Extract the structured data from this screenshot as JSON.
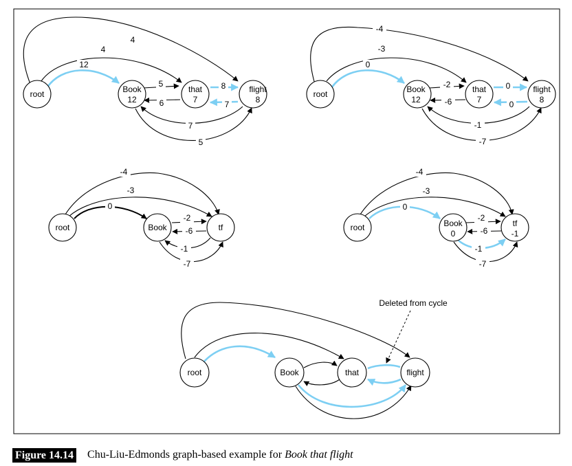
{
  "panel1": {
    "nodes": {
      "root": {
        "label": "root"
      },
      "book": {
        "label": "Book",
        "score": "12"
      },
      "that": {
        "label": "that",
        "score": "7"
      },
      "flight": {
        "label": "flight",
        "score": "8"
      }
    },
    "edges": {
      "root_book": "12",
      "root_that": "4",
      "root_flight": "4",
      "book_that": "5",
      "that_book": "6",
      "that_flight": "8",
      "flight_that": "7",
      "flight_book": "7",
      "book_flight": "5"
    }
  },
  "panel2": {
    "nodes": {
      "root": {
        "label": "root"
      },
      "book": {
        "label": "Book",
        "score": "12"
      },
      "that": {
        "label": "that",
        "score": "7"
      },
      "flight": {
        "label": "flight",
        "score": "8"
      }
    },
    "edges": {
      "root_book": "0",
      "root_that": "-3",
      "root_flight": "-4",
      "book_that": "-2",
      "that_book": "-6",
      "that_flight": "0",
      "flight_that": "0",
      "flight_book": "-1",
      "book_flight": "-7"
    }
  },
  "panel3": {
    "nodes": {
      "root": {
        "label": "root"
      },
      "book": {
        "label": "Book"
      },
      "tf": {
        "label": "tf"
      }
    },
    "edges": {
      "root_book": "0",
      "root_tf_a": "-3",
      "root_tf_b": "-4",
      "book_tf": "-2",
      "tf_book_a": "-6",
      "tf_book_b": "-1",
      "book_tf_b": "-7"
    }
  },
  "panel4": {
    "nodes": {
      "root": {
        "label": "root"
      },
      "book": {
        "label": "Book",
        "score": "0"
      },
      "tf": {
        "label": "tf",
        "score": "-1"
      }
    },
    "edges": {
      "root_book": "0",
      "root_tf_a": "-3",
      "root_tf_b": "-4",
      "book_tf": "-2",
      "tf_book_a": "-6",
      "tf_book_b": "-1",
      "book_tf_b": "-7"
    }
  },
  "panel5": {
    "nodes": {
      "root": {
        "label": "root"
      },
      "book": {
        "label": "Book"
      },
      "that": {
        "label": "that"
      },
      "flight": {
        "label": "flight"
      }
    },
    "annotation": "Deleted from cycle"
  },
  "caption": {
    "label": "Figure 14.14",
    "text": "Chu-Liu-Edmonds graph-based example for ",
    "italic": "Book that flight"
  },
  "colors": {
    "highlight": "#7dcff3",
    "stroke": "#000000",
    "background": "#ffffff"
  }
}
